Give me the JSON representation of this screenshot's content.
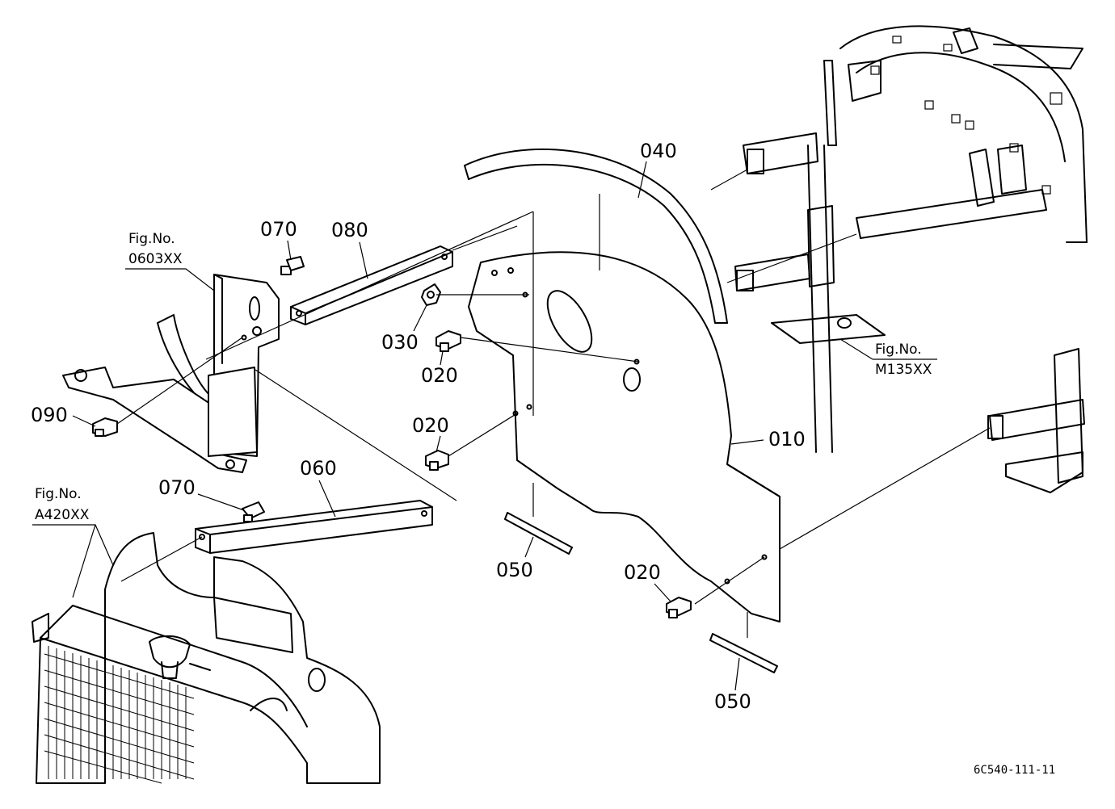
{
  "parts": [
    {
      "label": "010"
    },
    {
      "label": "020"
    },
    {
      "label": "020"
    },
    {
      "label": "020"
    },
    {
      "label": "030"
    },
    {
      "label": "040"
    },
    {
      "label": "050"
    },
    {
      "label": "050"
    },
    {
      "label": "060"
    },
    {
      "label": "070"
    },
    {
      "label": "070"
    },
    {
      "label": "080"
    },
    {
      "label": "090"
    }
  ],
  "references": [
    {
      "prefix": "Fig.No.",
      "code": "0603XX"
    },
    {
      "prefix": "Fig.No.",
      "code": "A420XX"
    },
    {
      "prefix": "Fig.No.",
      "code": "M135XX"
    }
  ],
  "drawing_code": "6C540-111-11"
}
